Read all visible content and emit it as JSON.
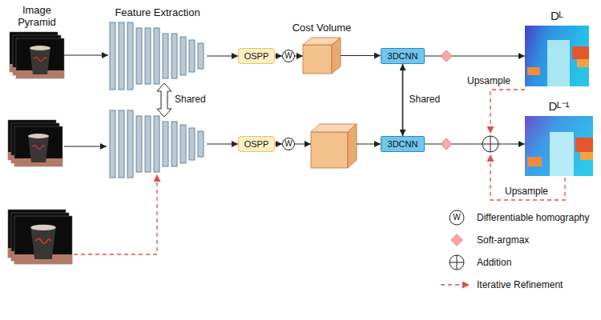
{
  "diagram": {
    "nodes": [
      {
        "text": [
          "Image Pyramid"
        ]
      },
      {
        "text": [
          "Feature Extraction"
        ]
      },
      {
        "text": [
          "OSPP"
        ]
      },
      {
        "text": [
          "W"
        ]
      },
      {
        "text": [
          "Cost Volume"
        ]
      },
      {
        "text": [
          "3DCNN"
        ]
      },
      {
        "text": [
          "Dᴸ"
        ]
      },
      {
        "text": [
          "OSPP"
        ]
      },
      {
        "text": [
          "W"
        ]
      },
      {
        "text": [
          "3DCNN"
        ]
      },
      {
        "text": [
          "Dᴸ⁻¹"
        ]
      }
    ],
    "edges": [
      {
        "from": 0,
        "to": 1,
        "arrow": "to"
      },
      {
        "from": 1,
        "to": 2,
        "arrow": "to"
      },
      {
        "from": 2,
        "to": 3,
        "arrow": "to"
      },
      {
        "from": 3,
        "to": 4,
        "arrow": "to"
      },
      {
        "from": 4,
        "to": 5,
        "arrow": "to"
      },
      {
        "from": 5,
        "to": 6,
        "arrow": "to"
      },
      {
        "from": 7,
        "to": 8,
        "arrow": "to"
      },
      {
        "from": 9,
        "to": 10,
        "arrow": "to"
      },
      {
        "from": 5,
        "to": 9,
        "label": "Shared",
        "arrow": "both"
      }
    ],
    "labels": [
      "Shared",
      "Upsample",
      "Upsample",
      "W"
    ],
    "legend": [
      {
        "text": "Differentiable homography"
      },
      {
        "text": "Soft-argmax"
      },
      {
        "text": "Addition"
      },
      {
        "text": "Iterative Refinement"
      }
    ]
  }
}
